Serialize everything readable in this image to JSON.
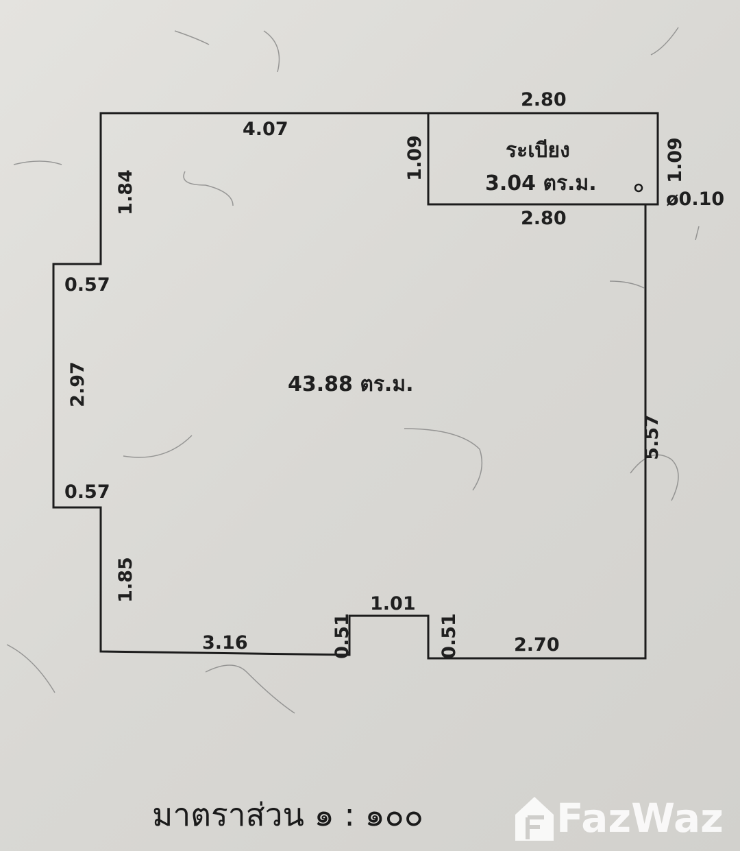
{
  "plan": {
    "main_area": "43.88 ตร.ม.",
    "balcony": {
      "name": "ระเบียง",
      "area": "3.04 ตร.ม."
    },
    "dimensions": {
      "balcony_top": "2.80",
      "balcony_bottom": "2.80",
      "balcony_left": "1.09",
      "balcony_right": "1.09",
      "pipe": "ø0.10",
      "top_wall": "4.07",
      "left_upper": "1.84",
      "left_step_top": "0.57",
      "left_middle": "2.97",
      "left_step_bottom": "0.57",
      "left_lower": "1.85",
      "bottom_left": "3.16",
      "door_left": "0.51",
      "door_width": "1.01",
      "door_right": "0.51",
      "bottom_right": "2.70",
      "right_wall": "5.57"
    },
    "scale_label": "มาตราส่วน ๑ : ๑๐๐"
  },
  "watermark": "FazWaz"
}
